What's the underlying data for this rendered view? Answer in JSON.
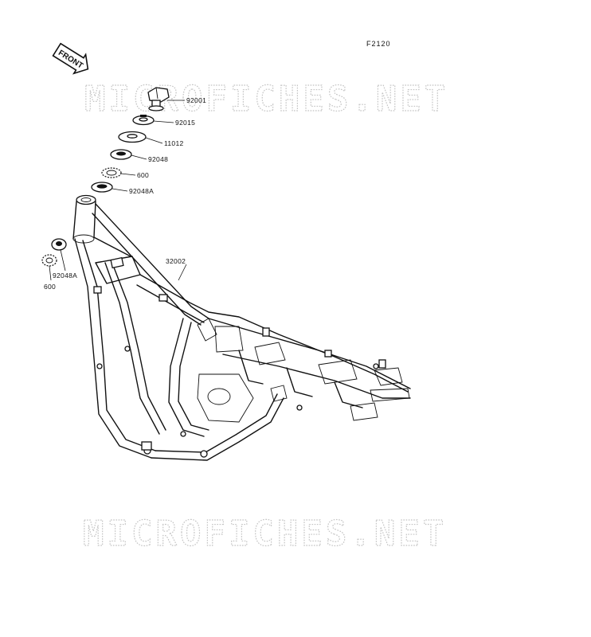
{
  "figure_code": "F2120",
  "front_arrow": {
    "label": "FRONT",
    "icon": "front-arrow-icon"
  },
  "watermark": {
    "text": "MICROFICHES.NET",
    "color": "#c4c4c4"
  },
  "parts": [
    {
      "id": "p92001",
      "number": "92001",
      "shape": "bolt"
    },
    {
      "id": "p92015",
      "number": "92015",
      "shape": "nut"
    },
    {
      "id": "p11012",
      "number": "11012",
      "shape": "washer"
    },
    {
      "id": "p92048",
      "number": "92048",
      "shape": "seal"
    },
    {
      "id": "p600",
      "number": "600",
      "shape": "bearing"
    },
    {
      "id": "p92048A",
      "number": "92048A",
      "shape": "seal"
    },
    {
      "id": "p32002",
      "number": "32002",
      "shape": "frame"
    },
    {
      "id": "p92048A_lower",
      "number": "92048A",
      "shape": "seal"
    },
    {
      "id": "p600_lower",
      "number": "600",
      "shape": "bearing"
    }
  ]
}
